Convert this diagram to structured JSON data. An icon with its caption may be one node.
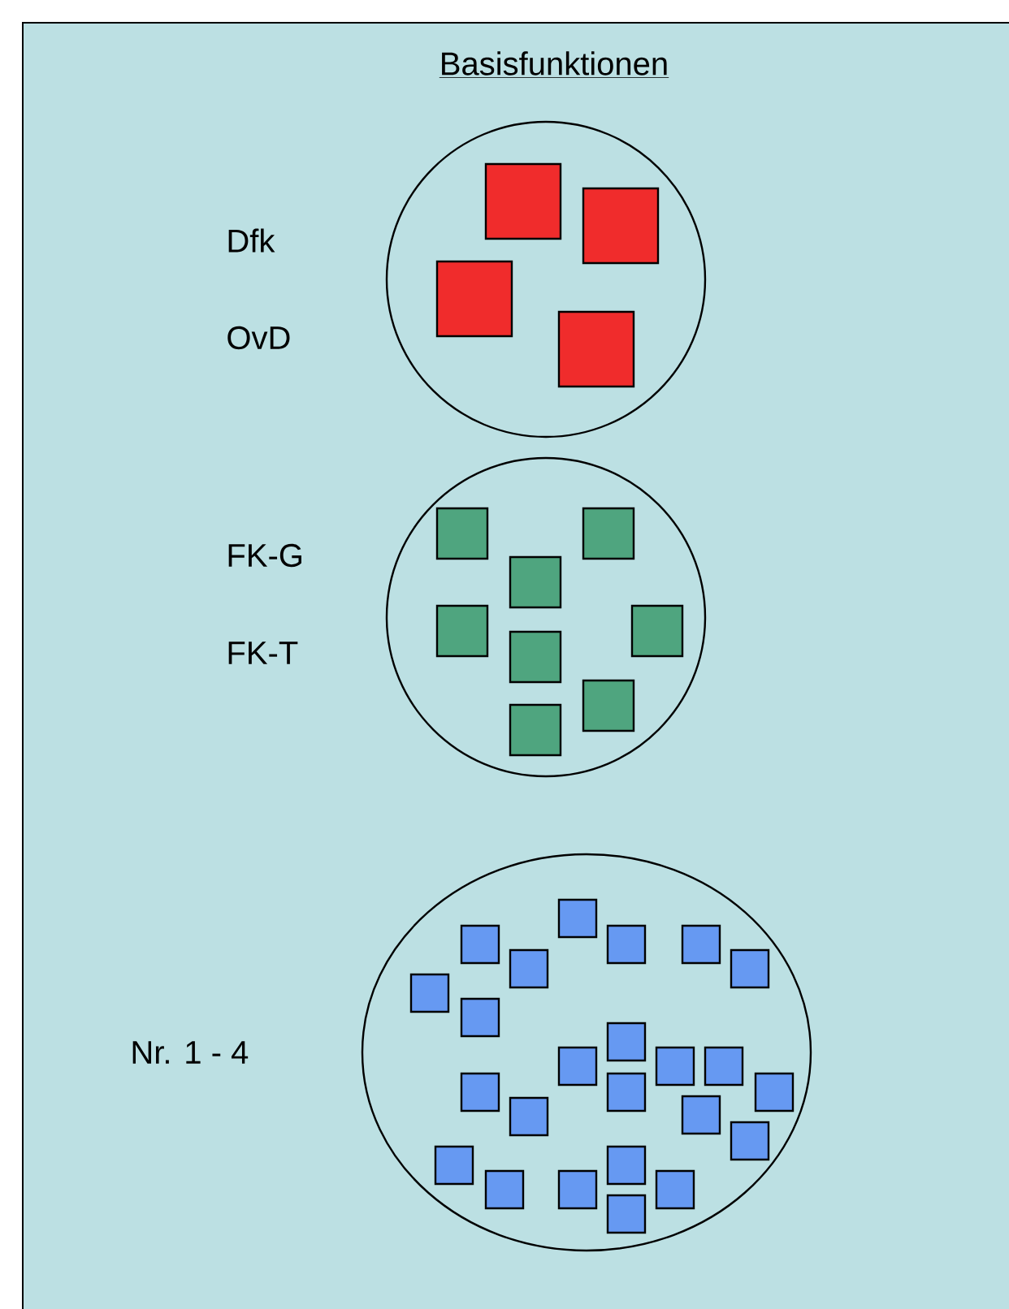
{
  "diagram": {
    "title": "Basisfunktionen",
    "nodes": [
      {
        "text": [],
        "shape": "circle",
        "beside": [
          "Dfk",
          "OvD"
        ]
      },
      {
        "text": [],
        "shape": "box",
        "in": 0
      },
      {
        "text": [],
        "shape": "box",
        "in": 0
      },
      {
        "text": [],
        "shape": "box",
        "in": 0
      },
      {
        "text": [],
        "shape": "box",
        "in": 0
      },
      {
        "text": [],
        "shape": "circle",
        "beside": [
          "FK-G",
          "FK-T"
        ]
      },
      {
        "text": [],
        "shape": "box",
        "in": 5
      },
      {
        "text": [],
        "shape": "box",
        "in": 5
      },
      {
        "text": [],
        "shape": "box",
        "in": 5
      },
      {
        "text": [],
        "shape": "box",
        "in": 5
      },
      {
        "text": [],
        "shape": "box",
        "in": 5
      },
      {
        "text": [],
        "shape": "box",
        "in": 5
      },
      {
        "text": [],
        "shape": "box",
        "in": 5
      },
      {
        "text": [],
        "shape": "box",
        "in": 5
      },
      {
        "text": [],
        "shape": "circle",
        "beside": [
          "Nr. 1 - 4"
        ]
      },
      {
        "text": [],
        "shape": "box",
        "in": 14
      },
      {
        "text": [],
        "shape": "box",
        "in": 14
      },
      {
        "text": [],
        "shape": "box",
        "in": 14
      },
      {
        "text": [],
        "shape": "box",
        "in": 14
      },
      {
        "text": [],
        "shape": "box",
        "in": 14
      },
      {
        "text": [],
        "shape": "box",
        "in": 14
      },
      {
        "text": [],
        "shape": "box",
        "in": 14
      },
      {
        "text": [],
        "shape": "box",
        "in": 14
      },
      {
        "text": [],
        "shape": "box",
        "in": 14
      },
      {
        "text": [],
        "shape": "box",
        "in": 14
      },
      {
        "text": [],
        "shape": "box",
        "in": 14
      },
      {
        "text": [],
        "shape": "box",
        "in": 14
      },
      {
        "text": [],
        "shape": "box",
        "in": 14
      },
      {
        "text": [],
        "shape": "box",
        "in": 14
      },
      {
        "text": [],
        "shape": "box",
        "in": 14
      },
      {
        "text": [],
        "shape": "box",
        "in": 14
      },
      {
        "text": [],
        "shape": "box",
        "in": 14
      },
      {
        "text": [],
        "shape": "box",
        "in": 14
      },
      {
        "text": [],
        "shape": "box",
        "in": 14
      },
      {
        "text": [],
        "shape": "box",
        "in": 14
      },
      {
        "text": [],
        "shape": "box",
        "in": 14
      },
      {
        "text": [],
        "shape": "box",
        "in": 14
      },
      {
        "text": [],
        "shape": "box",
        "in": 14
      },
      {
        "text": [],
        "shape": "box",
        "in": 14
      }
    ]
  }
}
